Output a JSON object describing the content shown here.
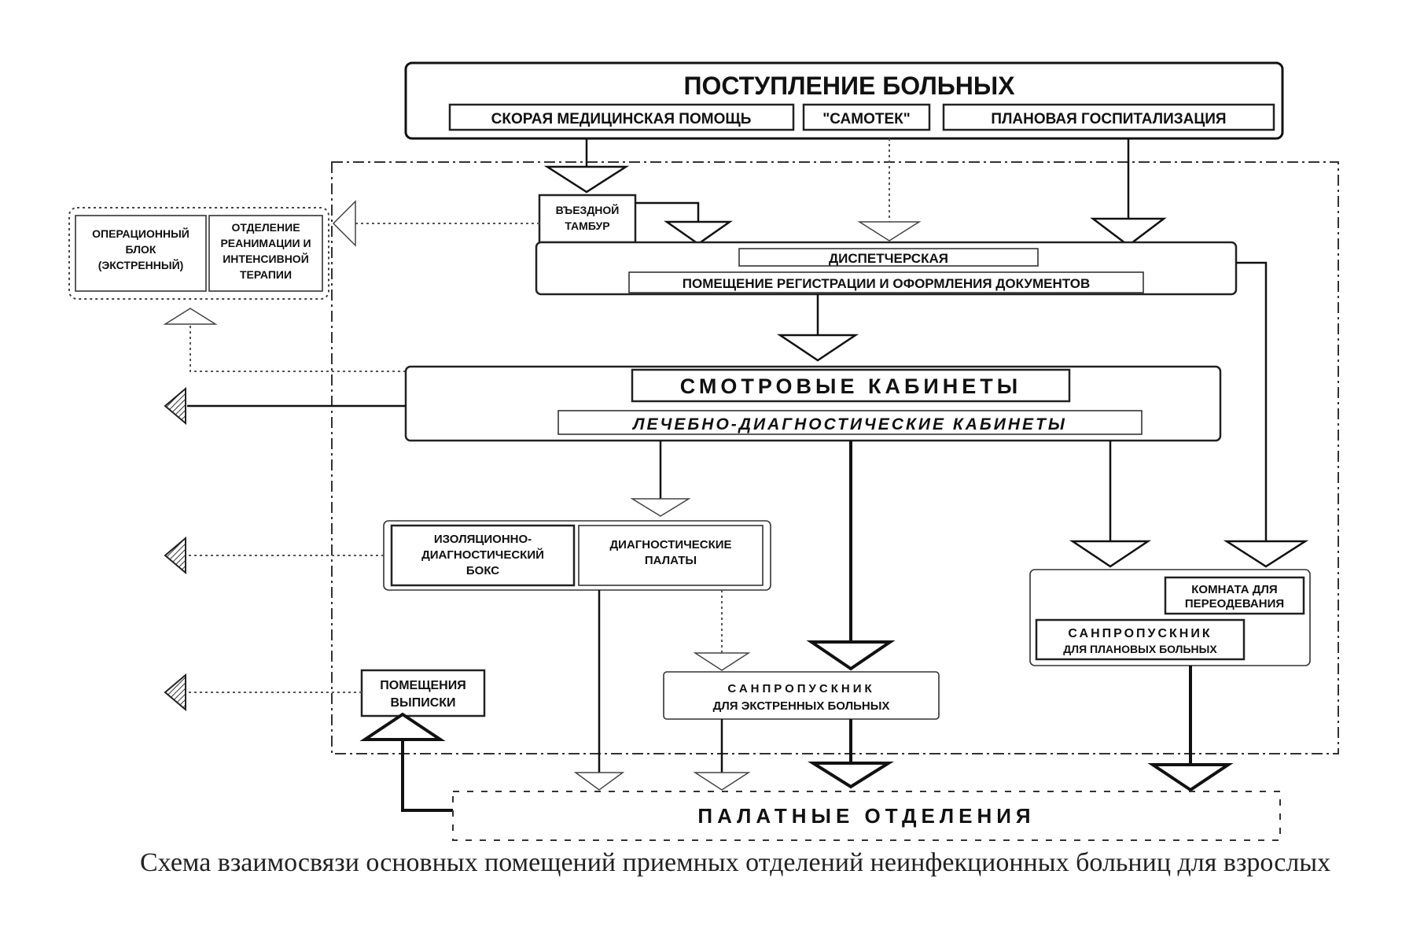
{
  "nodes": {
    "admission": {
      "title": "ПОСТУПЛЕНИЕ БОЛЬНЫХ",
      "ambulance": "СКОРАЯ МЕДИЦИНСКАЯ ПОМОЩЬ",
      "walkin": "\"САМОТЕК\"",
      "planned": "ПЛАНОВАЯ ГОСПИТАЛИЗАЦИЯ"
    },
    "vestibule": [
      "ВЪЕЗДНОЙ",
      "ТАМБУР"
    ],
    "operating_block": [
      "ОПЕРАЦИОННЫЙ",
      "БЛОК",
      "(ЭКСТРЕННЫЙ)"
    ],
    "icu": [
      "ОТДЕЛЕНИЕ",
      "РЕАНИМАЦИИ И",
      "ИНТЕНСИВНОЙ",
      "ТЕРАПИИ"
    ],
    "dispatch": "ДИСПЕТЧЕРСКАЯ",
    "registration": "ПОМЕЩЕНИЕ РЕГИСТРАЦИИ И ОФОРМЛЕНИЯ ДОКУМЕНТОВ",
    "exam_rooms": "СМОТРОВЫЕ КАБИНЕТЫ",
    "treatment_rooms": "ЛЕЧЕБНО-ДИАГНОСТИЧЕСКИЕ КАБИНЕТЫ",
    "isolation_box": [
      "ИЗОЛЯЦИОННО-",
      "ДИАГНОСТИЧЕСКИЙ",
      "БОКС"
    ],
    "diagnostic_wards": [
      "ДИАГНОСТИЧЕСКИЕ",
      "ПАЛАТЫ"
    ],
    "changing_room": [
      "КОМНАТА ДЛЯ",
      "ПЕРЕОДЕВАНИЯ"
    ],
    "planned_sanitary": [
      "САНПРОПУСКНИК",
      "ДЛЯ ПЛАНОВЫХ БОЛЬНЫХ"
    ],
    "discharge": [
      "ПОМЕЩЕНИЯ",
      "ВЫПИСКИ"
    ],
    "emergency_sanitary": [
      "САНПРОПУСКНИК",
      "ДЛЯ ЭКСТРЕННЫХ БОЛЬНЫХ"
    ],
    "wards": "ПАЛАТНЫЕ ОТДЕЛЕНИЯ"
  },
  "caption": "Схема взаимосвязи основных помещений приемных отделений неинфекционных больниц для взрослых"
}
